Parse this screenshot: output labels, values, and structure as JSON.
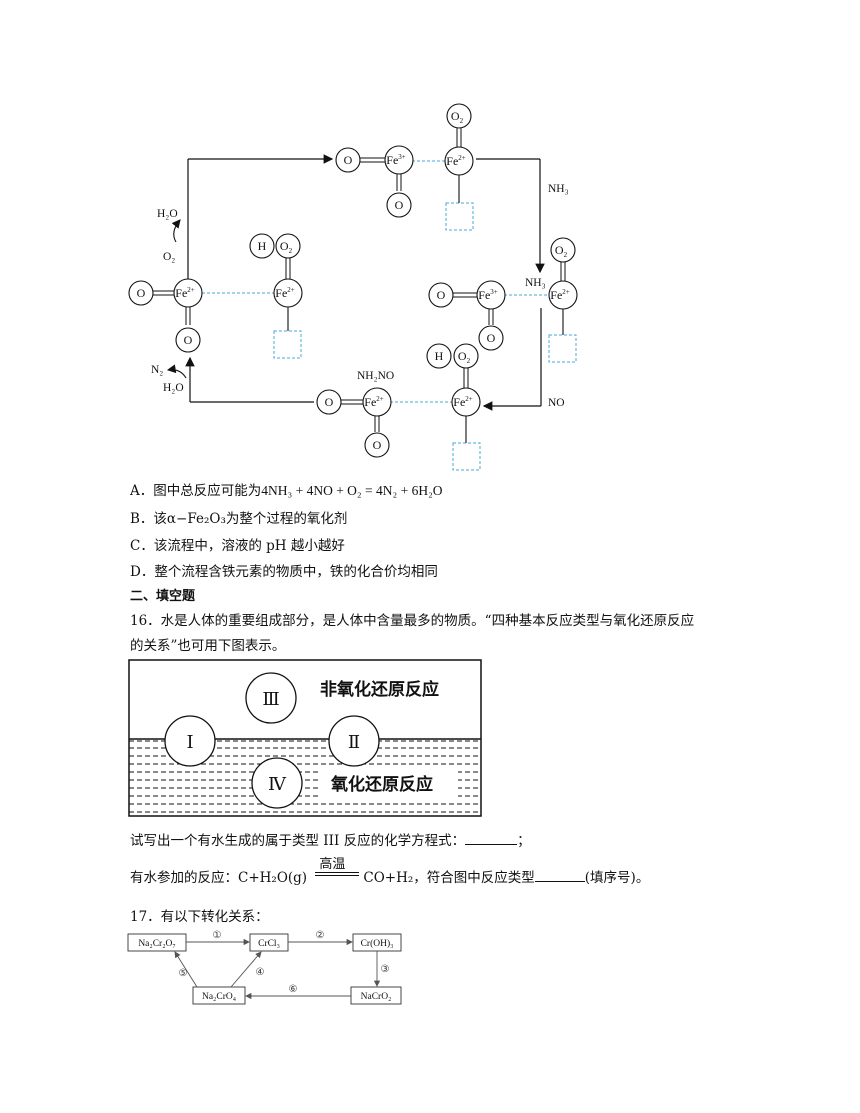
{
  "cycle_diagram": {
    "atoms": {
      "O": "O",
      "H": "H",
      "Fe2": "Fe",
      "Fe3": "Fe",
      "O2": "O",
      "charge2": "2+",
      "charge3": "3+",
      "sub2": "2"
    },
    "labels": {
      "h2o_top": "H₂O",
      "o2_left": "O₂",
      "nh3_right": "NH₃",
      "nh3_mid": "NH₃",
      "no": "NO",
      "nh2no": "NH₂NO",
      "n2": "N₂",
      "h2o_bottom": "H₂O"
    }
  },
  "options": [
    {
      "letter": "A．",
      "text": "图中总反应可能为",
      "equation": "4NH₃ + 4NO + O₂ = 4N₂ + 6H₂O"
    },
    {
      "letter": "B．",
      "text": "该α−Fe₂O₃为整个过程的氧化剂"
    },
    {
      "letter": "C．",
      "text": "该流程中，溶液的 pH 越小越好"
    },
    {
      "letter": "D．",
      "text": "整个流程含铁元素的物质中，铁的化合价均相同"
    }
  ],
  "section_title": "二、填空题",
  "q16": {
    "line1": "16．水是人体的重要组成部分，是人体中含量最多的物质。“四种基本反应类型与氧化还原反应",
    "line2": "的关系”也可用下图表示。",
    "diagram": {
      "non_redox": "非氧化还原反应",
      "redox": "氧化还原反应",
      "c1": "Ⅰ",
      "c2": "Ⅱ",
      "c3": "Ⅲ",
      "c4": "Ⅳ"
    },
    "prompt1": "试写出一个有水生成的属于类型 III 反应的化学方程式：",
    "prompt1_end": "；",
    "prompt2_a": "有水参加的反应：C+H₂O(g)",
    "condition": "高温",
    "prompt2_b": "CO+H₂，符合图中反应类型",
    "prompt2_c": "(填序号)。"
  },
  "q17": {
    "title": "17．有以下转化关系：",
    "boxes": {
      "na2cr2o7": "Na₂Cr₂O₇",
      "crcl3": "CrCl₃",
      "croh3": "Cr(OH)₃",
      "na2cro4": "Na₂CrO₄",
      "nacro2": "NaCrO₂"
    },
    "steps": [
      "①",
      "②",
      "③",
      "④",
      "⑤",
      "⑥"
    ]
  }
}
